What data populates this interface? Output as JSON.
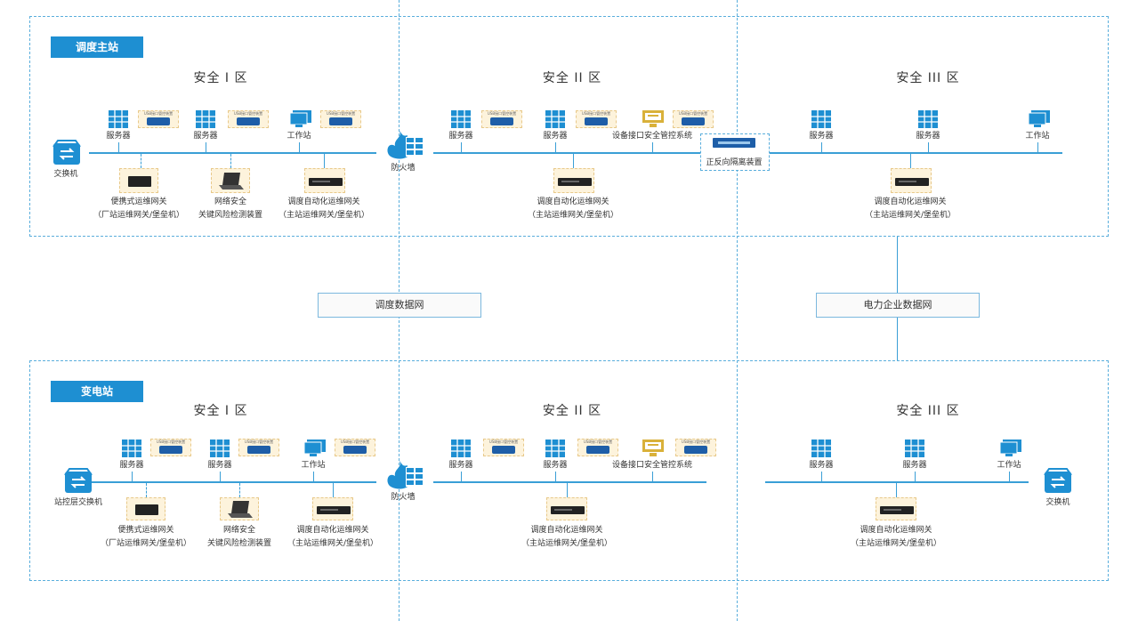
{
  "colors": {
    "accent": "#1e8fd2",
    "line": "#3a9fd6",
    "border": "#5aaedc",
    "device_bg": "#fdf3dc",
    "monitor": "#d9b13a"
  },
  "top": {
    "badge": "调度主站",
    "zones": [
      "安全 I 区",
      "安全 II 区",
      "安全 III 区"
    ],
    "switch_label": "交换机",
    "firewall_label": "防火墙",
    "isolation_label": "正反向隔离装置",
    "z1": {
      "items": [
        "服务器",
        "服务器",
        "工作站"
      ],
      "chip_cap": "USB接口管控装置",
      "devices": [
        {
          "l1": "便携式运维网关",
          "l2": "（厂站运维网关/堡垒机）"
        },
        {
          "l1": "网络安全",
          "l2": "关键风险检测装置"
        },
        {
          "l1": "调度自动化运维网关",
          "l2": "（主站运维网关/堡垒机）"
        }
      ]
    },
    "z2": {
      "items": [
        "服务器",
        "服务器",
        "设备接口安全管控系统"
      ],
      "chip_cap": "USB接口管控装置",
      "device": {
        "l1": "调度自动化运维网关",
        "l2": "（主站运维网关/堡垒机）"
      }
    },
    "z3": {
      "items": [
        "服务器",
        "服务器",
        "工作站"
      ],
      "device": {
        "l1": "调度自动化运维网关",
        "l2": "（主站运维网关/堡垒机）"
      }
    }
  },
  "networks": [
    "调度数据网",
    "电力企业数据网"
  ],
  "bottom": {
    "badge": "变电站",
    "zones": [
      "安全 I 区",
      "安全 II 区",
      "安全 III 区"
    ],
    "switch_label": "站控层交换机",
    "switch_label_right": "交换机",
    "firewall_label": "防火墙",
    "z1": {
      "items": [
        "服务器",
        "服务器",
        "工作站"
      ],
      "chip_cap": "USB接口管控装置",
      "devices": [
        {
          "l1": "便携式运维网关",
          "l2": "（厂站运维网关/堡垒机）"
        },
        {
          "l1": "网络安全",
          "l2": "关键风险检测装置"
        },
        {
          "l1": "调度自动化运维网关",
          "l2": "（主站运维网关/堡垒机）"
        }
      ]
    },
    "z2": {
      "items": [
        "服务器",
        "服务器",
        "设备接口安全管控系统"
      ],
      "chip_cap": "USB接口管控装置",
      "device": {
        "l1": "调度自动化运维网关",
        "l2": "（主站运维网关/堡垒机）"
      }
    },
    "z3": {
      "items": [
        "服务器",
        "服务器",
        "工作站"
      ],
      "device": {
        "l1": "调度自动化运维网关",
        "l2": "（主站运维网关/堡垒机）"
      }
    }
  }
}
